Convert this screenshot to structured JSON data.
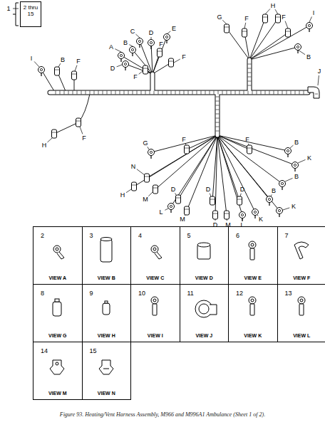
{
  "diagram": {
    "caption": "Figure 93. Heating/Vent Harness Assembly, M966 and M996A1 Ambulance (Sheet 1 of 2).",
    "nodes": [
      {
        "text": [
          "2 thru 15"
        ]
      },
      {
        "text": [
          "2",
          "VIEW A"
        ]
      },
      {
        "text": [
          "3",
          "VIEW B"
        ]
      },
      {
        "text": [
          "4",
          "VIEW C"
        ]
      },
      {
        "text": [
          "5",
          "VIEW D"
        ]
      },
      {
        "text": [
          "6",
          "VIEW E"
        ]
      },
      {
        "text": [
          "7",
          "VIEW F"
        ]
      },
      {
        "text": [
          "8",
          "VIEW G"
        ]
      },
      {
        "text": [
          "9",
          "VIEW H"
        ]
      },
      {
        "text": [
          "10",
          "VIEW I"
        ]
      },
      {
        "text": [
          "11",
          "VIEW J"
        ]
      },
      {
        "text": [
          "12",
          "VIEW K"
        ]
      },
      {
        "text": [
          "13",
          "VIEW L"
        ]
      },
      {
        "text": [
          "14",
          "VIEW M"
        ]
      },
      {
        "text": [
          "15",
          "VIEW N"
        ]
      }
    ],
    "labels": [
      "1",
      "H",
      "G",
      "F",
      "F",
      "I",
      "B",
      "C",
      "D",
      "E",
      "B",
      "A",
      "F",
      "F",
      "F",
      "D",
      "I",
      "B",
      "F",
      "H",
      "F",
      "J",
      "G",
      "F",
      "F",
      "B",
      "N",
      "K",
      "B",
      "H",
      "M",
      "D",
      "L",
      "D",
      "D",
      "B",
      "K",
      "M",
      "D",
      "M",
      "L",
      "K"
    ]
  }
}
